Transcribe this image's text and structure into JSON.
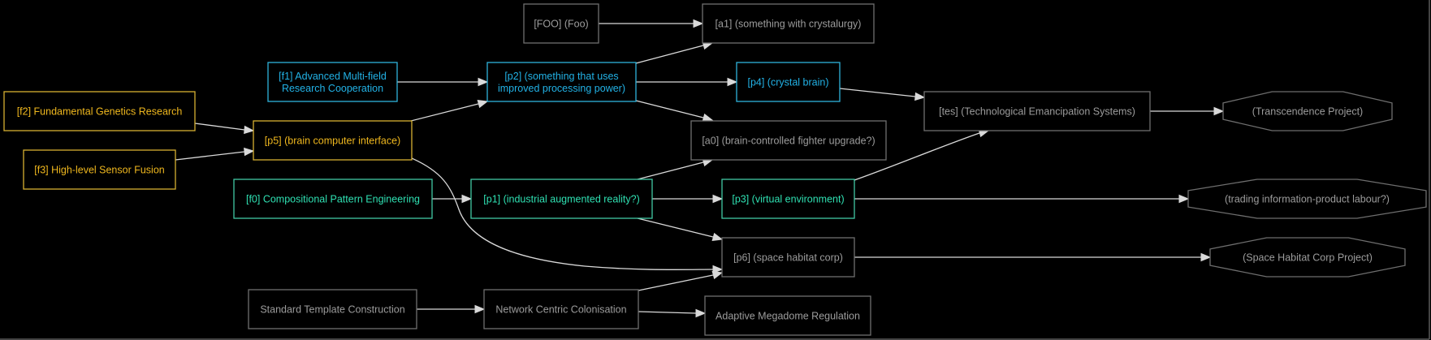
{
  "diagram": {
    "title": "Technology dependency graph",
    "colors": {
      "background": "#000000",
      "edge": "#d9d9d9",
      "yellow_text": "#f0b81e",
      "yellow_border": "#d6b032",
      "blue_text": "#22b2e6",
      "blue_border": "#2fb3da",
      "teal_text": "#2fe0b2",
      "teal_border": "#40c8a4",
      "gray_text": "#9c9c9c",
      "gray_border": "#6e6e6e"
    },
    "nodes": [
      {
        "id": "foo",
        "lines": [
          "[FOO] (Foo)"
        ],
        "style": "gray",
        "shape": "box"
      },
      {
        "id": "a1",
        "lines": [
          "[a1] (something with crystalurgy)"
        ],
        "style": "gray",
        "shape": "box"
      },
      {
        "id": "f1",
        "lines": [
          "[f1] Advanced Multi-field",
          "Research Cooperation"
        ],
        "style": "blue",
        "shape": "box"
      },
      {
        "id": "p2",
        "lines": [
          "[p2] (something that uses",
          "improved processing power)"
        ],
        "style": "blue",
        "shape": "box"
      },
      {
        "id": "p4",
        "lines": [
          "[p4] (crystal brain)"
        ],
        "style": "blue",
        "shape": "box"
      },
      {
        "id": "f2",
        "lines": [
          "[f2] Fundamental Genetics Research"
        ],
        "style": "yellow",
        "shape": "box"
      },
      {
        "id": "tes",
        "lines": [
          "[tes] (Technological Emancipation Systems)"
        ],
        "style": "gray",
        "shape": "box"
      },
      {
        "id": "transcendence",
        "lines": [
          "(Transcendence Project)"
        ],
        "style": "gray",
        "shape": "octagon"
      },
      {
        "id": "p5",
        "lines": [
          "[p5] (brain computer interface)"
        ],
        "style": "yellow",
        "shape": "box"
      },
      {
        "id": "a0",
        "lines": [
          "[a0] (brain-controlled fighter upgrade?)"
        ],
        "style": "gray",
        "shape": "box"
      },
      {
        "id": "f3",
        "lines": [
          "[f3] High-level Sensor Fusion"
        ],
        "style": "yellow",
        "shape": "box"
      },
      {
        "id": "f0",
        "lines": [
          "[f0] Compositional Pattern Engineering"
        ],
        "style": "teal",
        "shape": "box"
      },
      {
        "id": "p1",
        "lines": [
          "[p1] (industrial augmented reality?)"
        ],
        "style": "teal",
        "shape": "box"
      },
      {
        "id": "p3",
        "lines": [
          "[p3] (virtual environment)"
        ],
        "style": "teal",
        "shape": "box"
      },
      {
        "id": "trading",
        "lines": [
          "(trading information-product labour?)"
        ],
        "style": "gray",
        "shape": "octagon"
      },
      {
        "id": "p6",
        "lines": [
          "[p6] (space habitat corp)"
        ],
        "style": "gray",
        "shape": "box"
      },
      {
        "id": "shcp",
        "lines": [
          "(Space Habitat Corp Project)"
        ],
        "style": "gray",
        "shape": "octagon"
      },
      {
        "id": "stc",
        "lines": [
          "Standard Template Construction"
        ],
        "style": "gray",
        "shape": "box"
      },
      {
        "id": "ncc",
        "lines": [
          "Network Centric Colonisation"
        ],
        "style": "gray",
        "shape": "box"
      },
      {
        "id": "amr",
        "lines": [
          "Adaptive Megadome Regulation"
        ],
        "style": "gray",
        "shape": "box"
      }
    ],
    "edges": [
      {
        "from": "foo",
        "to": "a1"
      },
      {
        "from": "f1",
        "to": "p2"
      },
      {
        "from": "p2",
        "to": "a1"
      },
      {
        "from": "p2",
        "to": "p4"
      },
      {
        "from": "p2",
        "to": "a0"
      },
      {
        "from": "p4",
        "to": "tes"
      },
      {
        "from": "tes",
        "to": "transcendence"
      },
      {
        "from": "f2",
        "to": "p5"
      },
      {
        "from": "f3",
        "to": "p5"
      },
      {
        "from": "p5",
        "to": "p2"
      },
      {
        "from": "p5",
        "to": "p6"
      },
      {
        "from": "f0",
        "to": "p1"
      },
      {
        "from": "p1",
        "to": "a0"
      },
      {
        "from": "p1",
        "to": "p3"
      },
      {
        "from": "p1",
        "to": "p6"
      },
      {
        "from": "p3",
        "to": "tes"
      },
      {
        "from": "p3",
        "to": "trading"
      },
      {
        "from": "p6",
        "to": "shcp"
      },
      {
        "from": "stc",
        "to": "ncc"
      },
      {
        "from": "ncc",
        "to": "p6"
      },
      {
        "from": "ncc",
        "to": "amr"
      }
    ]
  }
}
